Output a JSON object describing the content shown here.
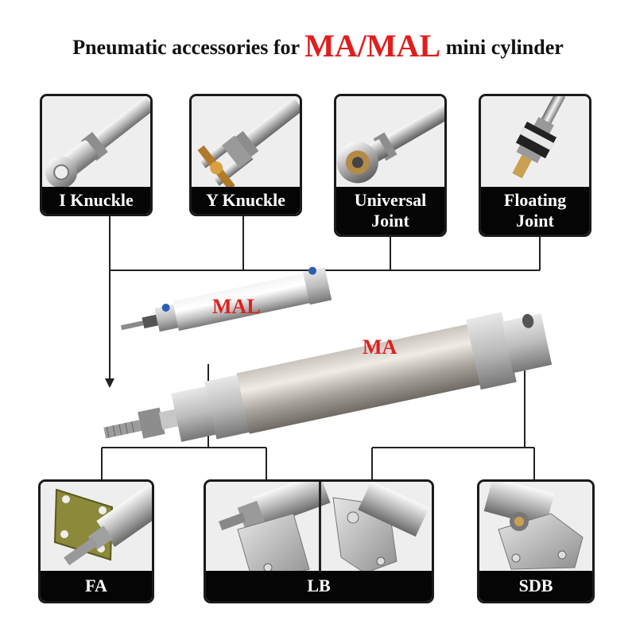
{
  "title": {
    "prefix": "Pneumatic accessories for ",
    "highlight": "MA/MAL",
    "suffix": " mini cylinder"
  },
  "colors": {
    "accent": "#e01e1e",
    "caption_bg": "#050505",
    "line": "#222222"
  },
  "top_accessories": [
    {
      "label": "I Knuckle",
      "icon": "i-knuckle-photo"
    },
    {
      "label": "Y Knuckle",
      "icon": "y-knuckle-photo"
    },
    {
      "label": "Universal\nJoint",
      "icon": "universal-joint-photo"
    },
    {
      "label": "Floating\nJoint",
      "icon": "floating-joint-photo"
    }
  ],
  "bottom_accessories": [
    {
      "label": "FA",
      "icon": "fa-flange-photo"
    },
    {
      "label": "LB",
      "icon": "lb-foot-bracket-photo"
    },
    {
      "label": "SDB",
      "icon": "sdb-bracket-photo"
    }
  ],
  "cylinders": {
    "small": "MAL",
    "large": "MA"
  }
}
